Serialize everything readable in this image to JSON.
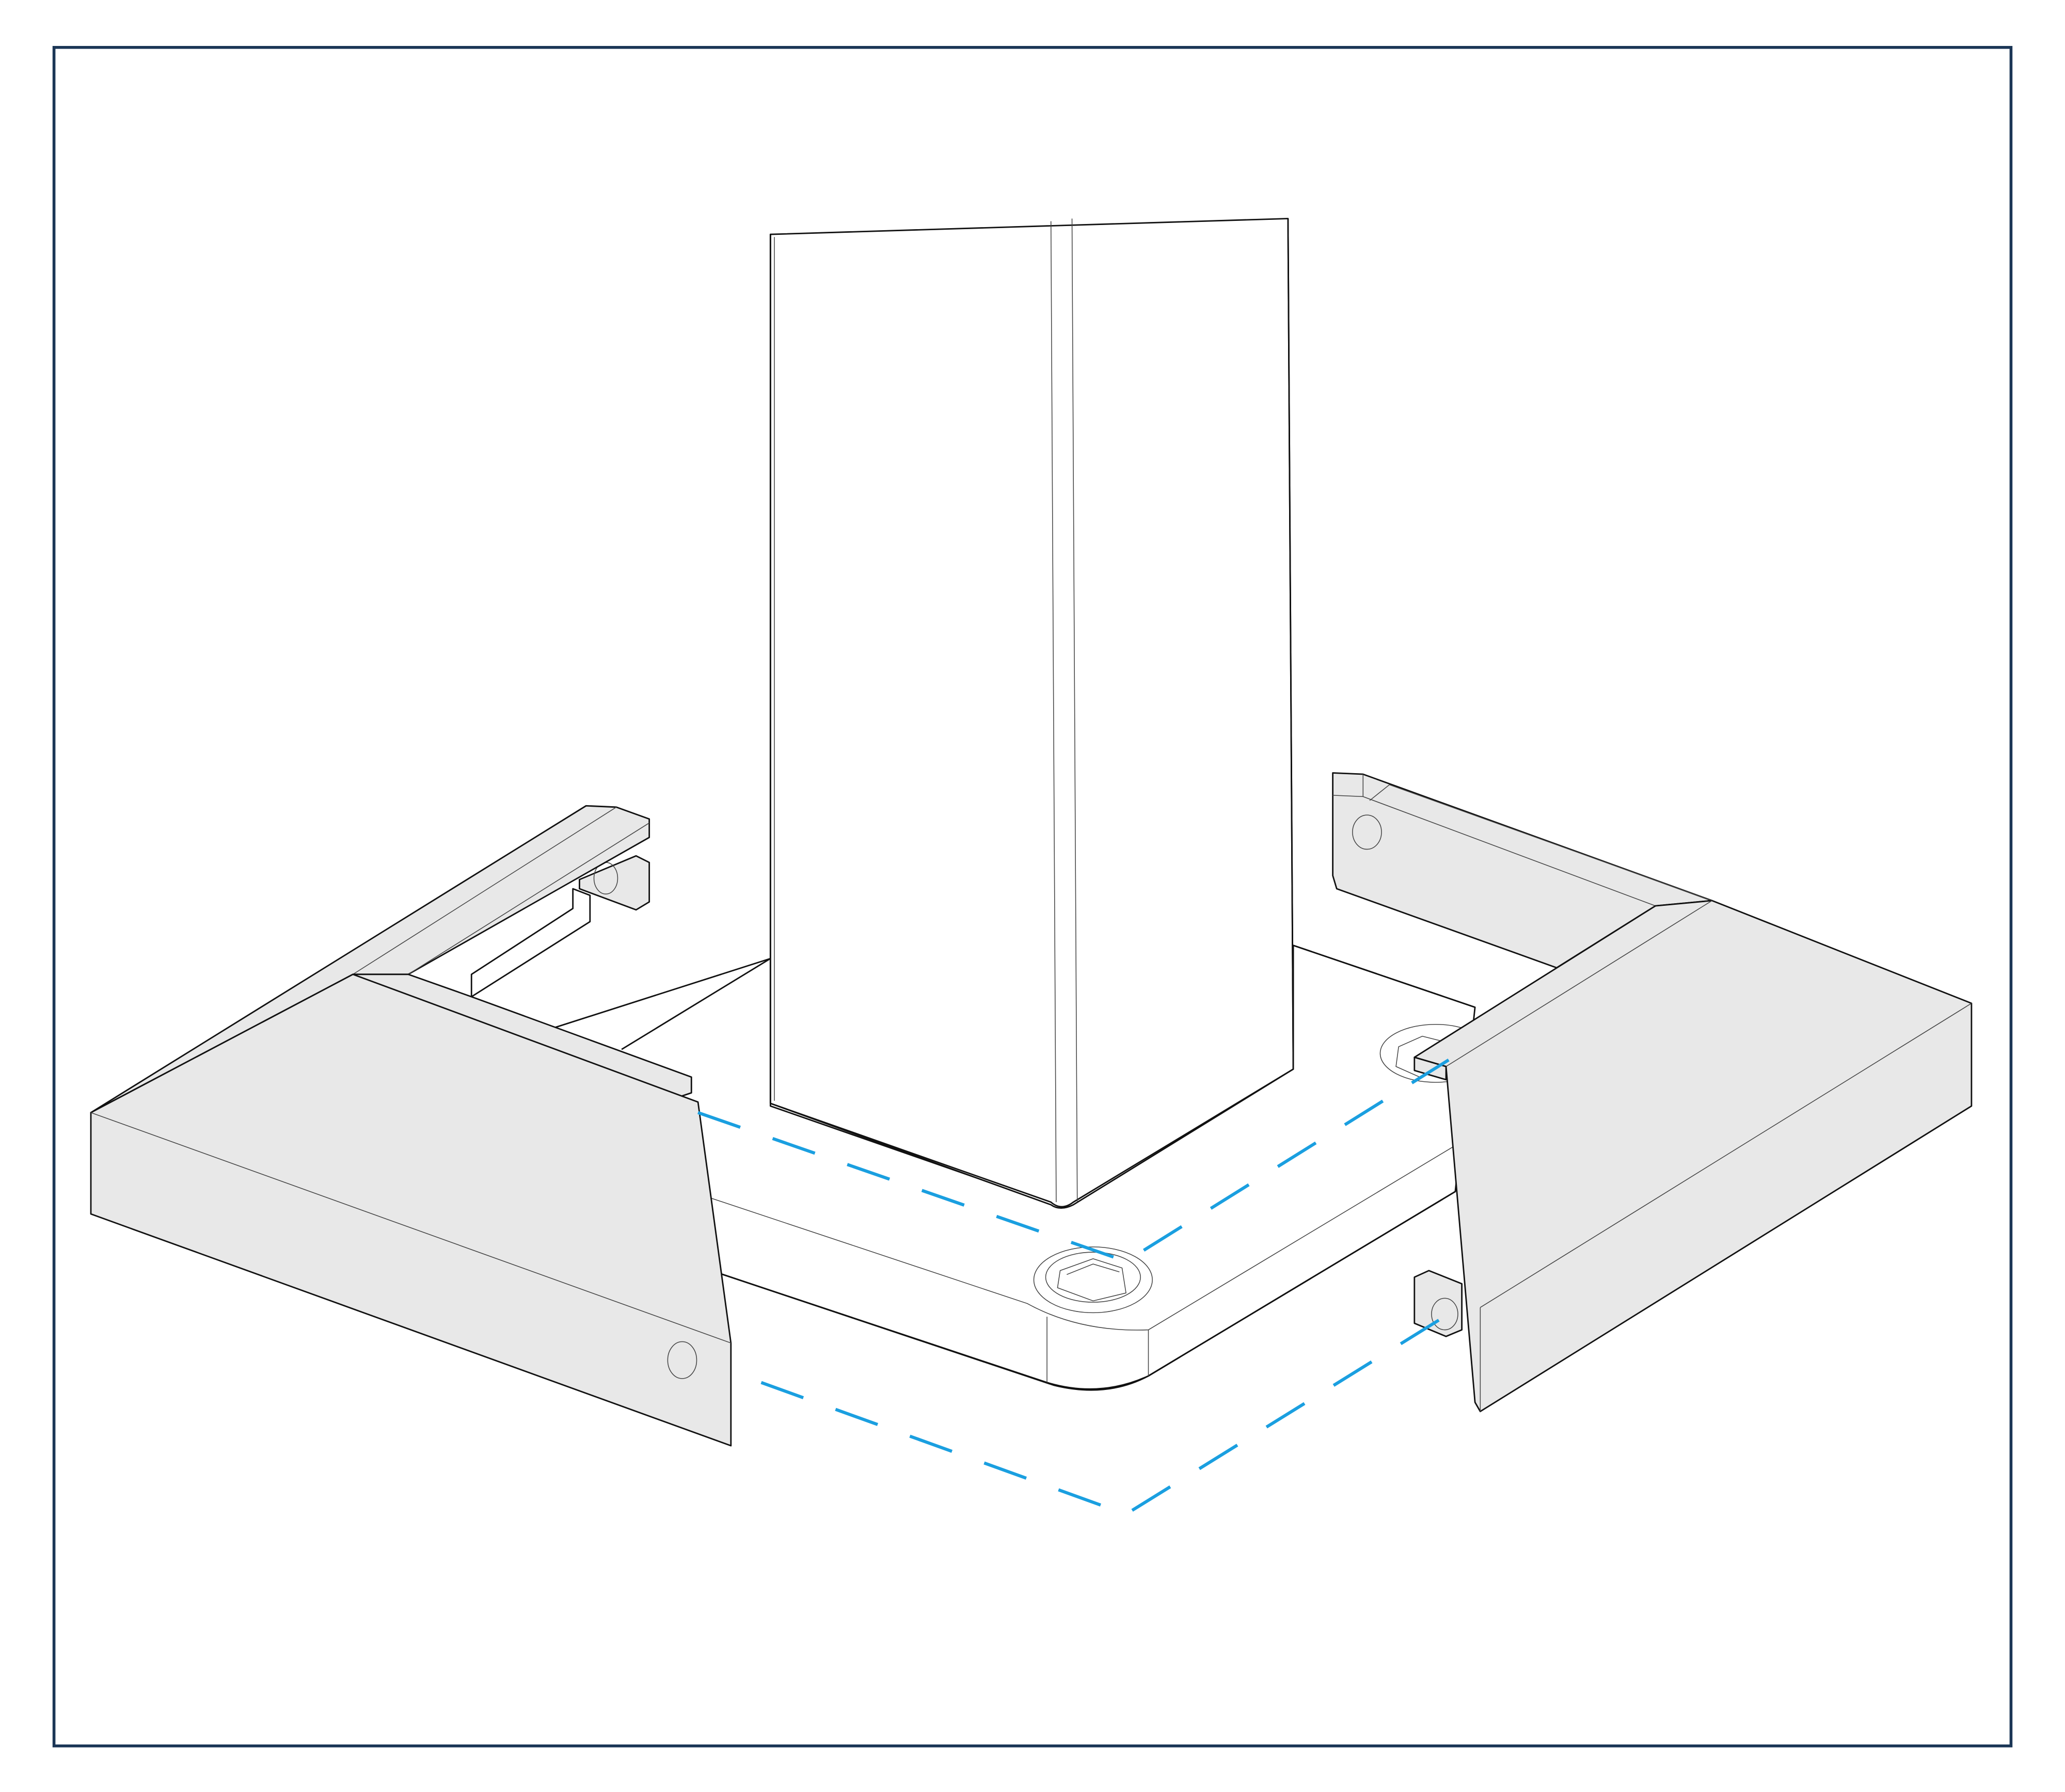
{
  "frame": {
    "border_color": "#1b3656"
  },
  "colors": {
    "line": "#111111",
    "panel_fill": "#e8e8e8",
    "white_fill": "#ffffff",
    "guide_dash": "#1a9fe0"
  },
  "parts": {
    "post": "square-post",
    "base_plate": "base-plate",
    "bolt": "hex-socket-bolt",
    "left_cover": "corner-cover-left",
    "right_cover": "corner-cover-right"
  }
}
